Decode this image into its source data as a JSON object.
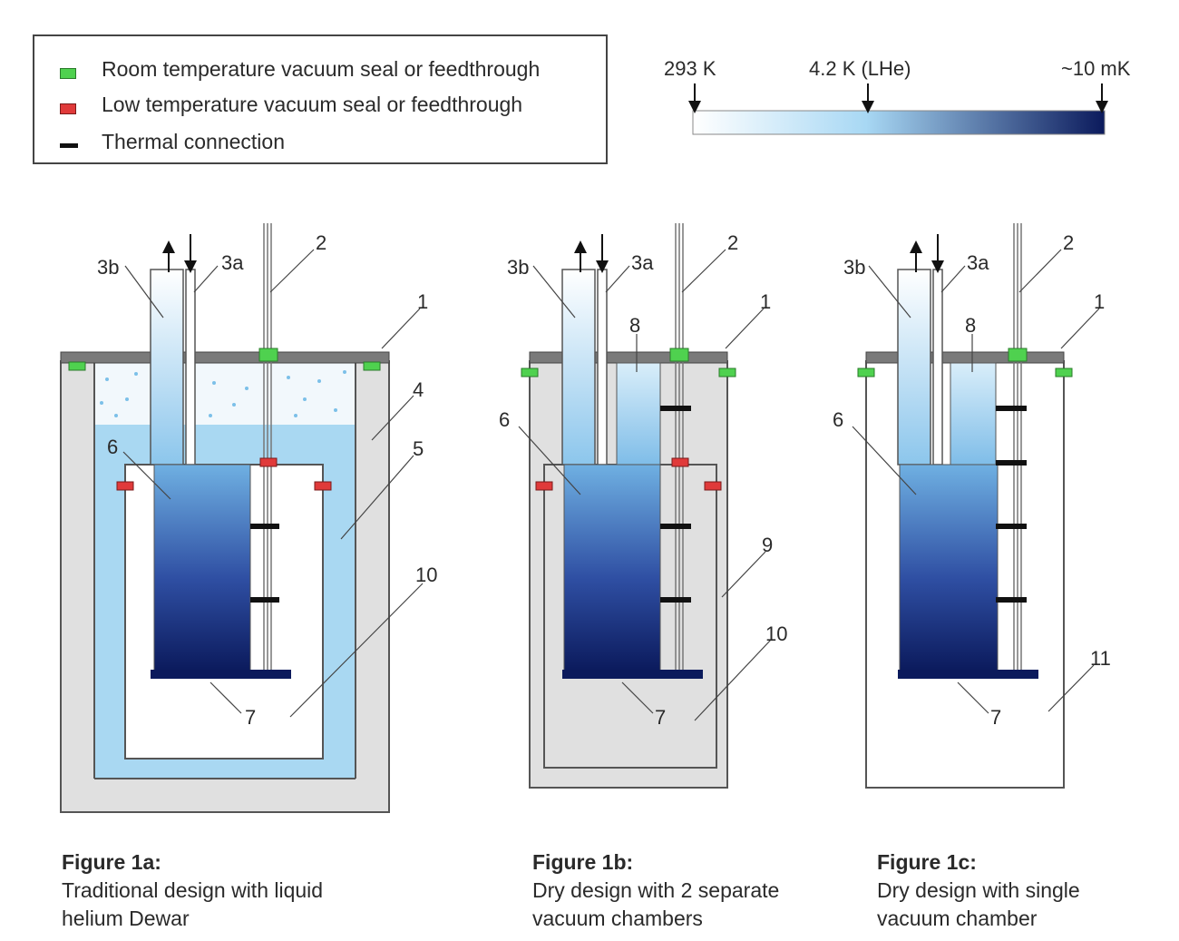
{
  "legend": {
    "items": [
      {
        "label": "Room temperature vacuum seal or feedthrough",
        "color": "#4fd14f"
      },
      {
        "label": "Low temperature vacuum seal or feedthrough",
        "color": "#e03a3a"
      },
      {
        "label": "Thermal connection",
        "color": "#111111"
      }
    ]
  },
  "temperature_scale": {
    "labels": [
      "293 K",
      "4.2 K (LHe)",
      "~10 mK"
    ],
    "gradient": [
      "#ffffff",
      "#a8d8f4",
      "#0b1a5c"
    ]
  },
  "figures": [
    {
      "title": "Figure 1a:",
      "line1": "Traditional design with liquid",
      "line2": "helium Dewar"
    },
    {
      "title": "Figure 1b:",
      "line1": "Dry design with 2 separate",
      "line2": "vacuum chambers"
    },
    {
      "title": "Figure 1c:",
      "line1": "Dry design with single",
      "line2": "vacuum chamber"
    }
  ],
  "labels": {
    "a": [
      "3b",
      "3a",
      "2",
      "1",
      "4",
      "5",
      "6",
      "10",
      "7"
    ],
    "b": [
      "3b",
      "3a",
      "2",
      "1",
      "8",
      "6",
      "9",
      "10",
      "7"
    ],
    "c": [
      "3b",
      "3a",
      "2",
      "1",
      "8",
      "6",
      "11",
      "7"
    ]
  },
  "colors": {
    "wall": "#e0e0e0",
    "lhe": "#a9d8f2",
    "flange": "#7a7a7a",
    "cold": "#0b1a5c"
  }
}
